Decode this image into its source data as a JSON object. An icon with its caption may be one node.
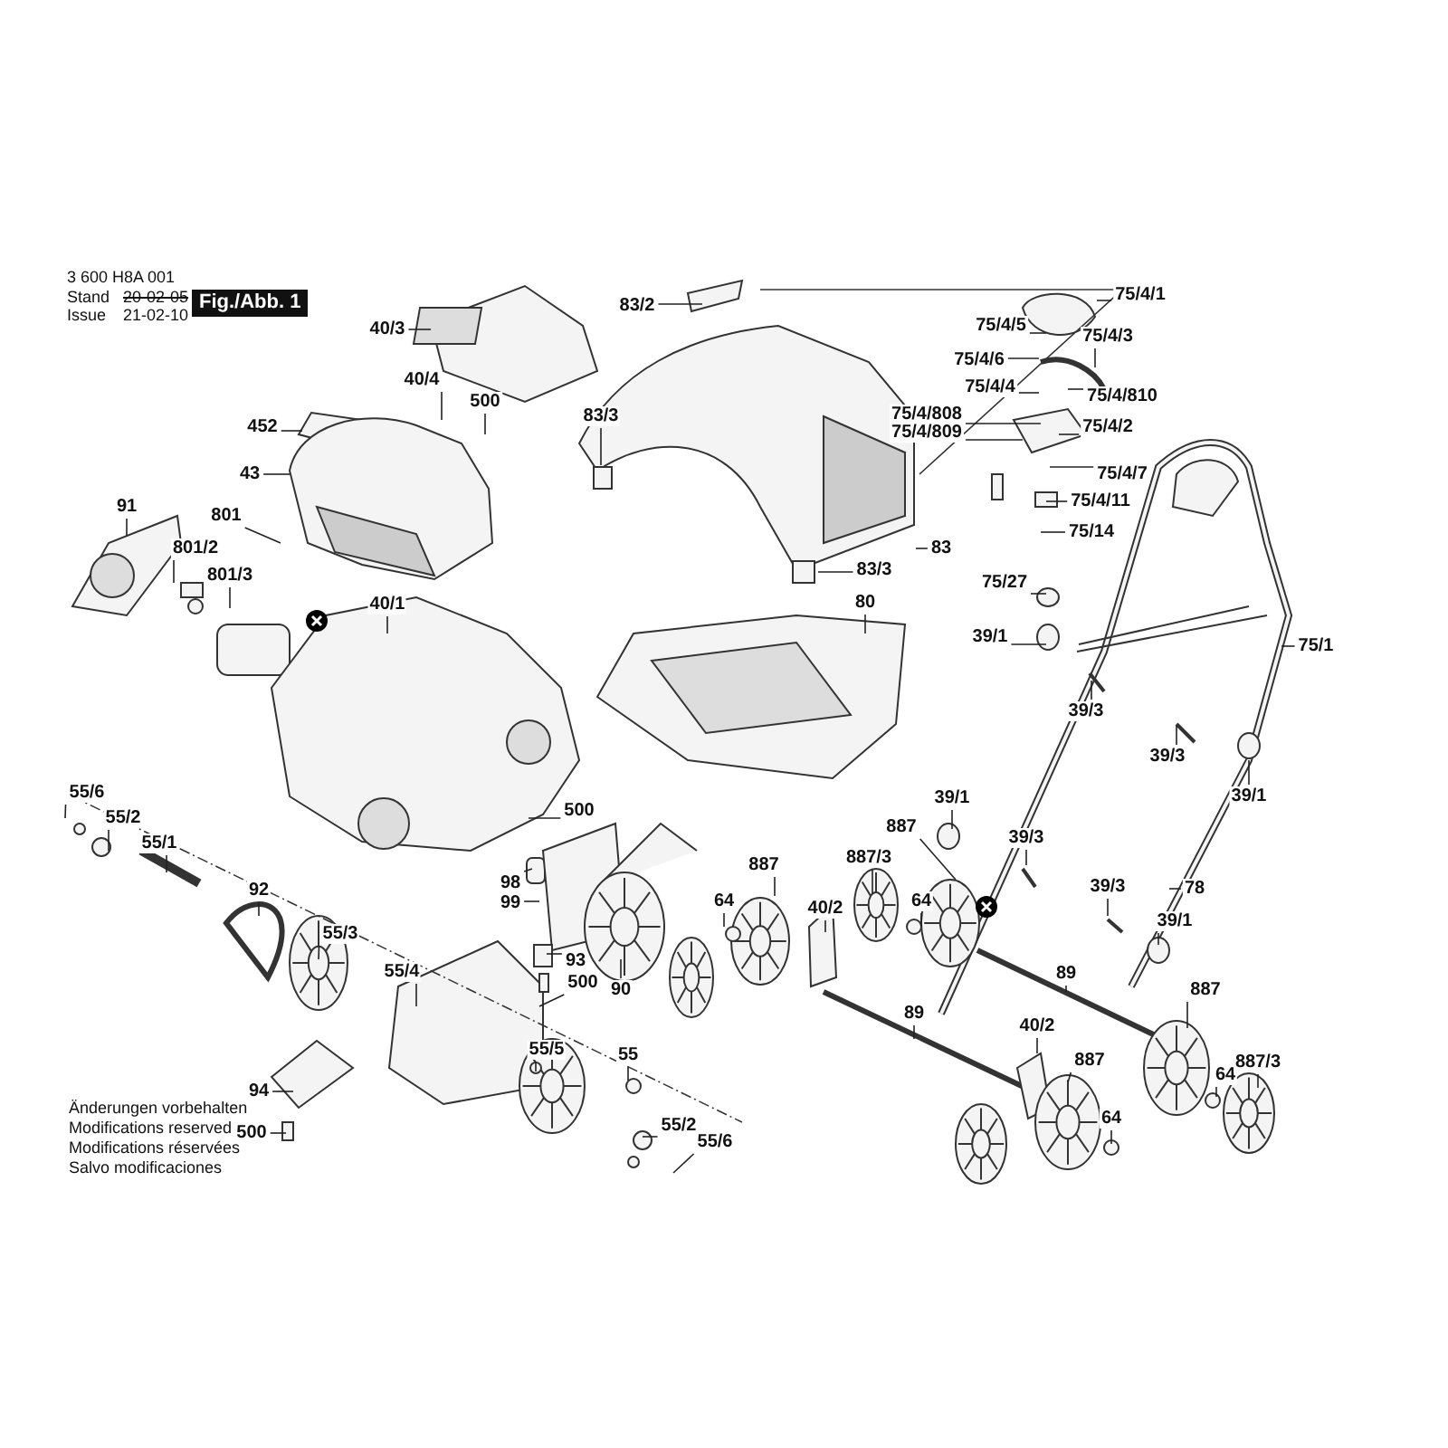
{
  "diagram": {
    "nodes": [
      {
        "text": [
          "40/3"
        ]
      },
      {
        "text": [
          "452"
        ]
      },
      {
        "text": [
          "40/4"
        ]
      },
      {
        "text": [
          "500"
        ]
      },
      {
        "text": [
          "43"
        ]
      },
      {
        "text": [
          "91"
        ]
      },
      {
        "text": [
          "801"
        ]
      },
      {
        "text": [
          "801/2"
        ]
      },
      {
        "text": [
          "801/3"
        ]
      },
      {
        "text": [
          "40/1"
        ]
      },
      {
        "text": [
          "83/2"
        ]
      },
      {
        "text": [
          "83/3"
        ]
      },
      {
        "text": [
          "83/3"
        ]
      },
      {
        "text": [
          "83"
        ]
      },
      {
        "text": [
          "80"
        ]
      },
      {
        "text": [
          "75/4/1"
        ]
      },
      {
        "text": [
          "75/4/5"
        ]
      },
      {
        "text": [
          "75/4/3"
        ]
      },
      {
        "text": [
          "75/4/6"
        ]
      },
      {
        "text": [
          "75/4/4"
        ]
      },
      {
        "text": [
          "75/4/810"
        ]
      },
      {
        "text": [
          "75/4/808"
        ]
      },
      {
        "text": [
          "75/4/809"
        ]
      },
      {
        "text": [
          "75/4/2"
        ]
      },
      {
        "text": [
          "75/4/7"
        ]
      },
      {
        "text": [
          "75/4/11"
        ]
      },
      {
        "text": [
          "75/14"
        ]
      },
      {
        "text": [
          "75/27"
        ]
      },
      {
        "text": [
          "39/1"
        ]
      },
      {
        "text": [
          "75/1"
        ]
      },
      {
        "text": [
          "39/3"
        ]
      },
      {
        "text": [
          "39/3"
        ]
      },
      {
        "text": [
          "39/1"
        ]
      },
      {
        "text": [
          "55/6"
        ]
      },
      {
        "text": [
          "55/2"
        ]
      },
      {
        "text": [
          "55/1"
        ]
      },
      {
        "text": [
          "500"
        ]
      },
      {
        "text": [
          "98"
        ]
      },
      {
        "text": [
          "99"
        ]
      },
      {
        "text": [
          "93"
        ]
      },
      {
        "text": [
          "500"
        ]
      },
      {
        "text": [
          "90"
        ]
      },
      {
        "text": [
          "92"
        ]
      },
      {
        "text": [
          "55/3"
        ]
      },
      {
        "text": [
          "55/4"
        ]
      },
      {
        "text": [
          "55/5"
        ]
      },
      {
        "text": [
          "55"
        ]
      },
      {
        "text": [
          "94"
        ]
      },
      {
        "text": [
          "500"
        ]
      },
      {
        "text": [
          "55/2"
        ]
      },
      {
        "text": [
          "55/6"
        ]
      },
      {
        "text": [
          "887"
        ]
      },
      {
        "text": [
          "64"
        ]
      },
      {
        "text": [
          "40/2"
        ]
      },
      {
        "text": [
          "887"
        ]
      },
      {
        "text": [
          "887/3"
        ]
      },
      {
        "text": [
          "64"
        ]
      },
      {
        "text": [
          "39/1"
        ]
      },
      {
        "text": [
          "39/3"
        ]
      },
      {
        "text": [
          "39/3"
        ]
      },
      {
        "text": [
          "78"
        ]
      },
      {
        "text": [
          "39/1"
        ]
      },
      {
        "text": [
          "89"
        ]
      },
      {
        "text": [
          "89"
        ]
      },
      {
        "text": [
          "40/2"
        ]
      },
      {
        "text": [
          "887"
        ]
      },
      {
        "text": [
          "64"
        ]
      },
      {
        "text": [
          "887"
        ]
      },
      {
        "text": [
          "64"
        ]
      },
      {
        "text": [
          "887/3"
        ]
      }
    ],
    "edges": [
      {
        "from": 0,
        "to": null,
        "arrow": "none"
      },
      {
        "from": 1,
        "to": null,
        "arrow": "none"
      },
      {
        "from": 2,
        "to": null,
        "arrow": "none"
      },
      {
        "from": 3,
        "to": null,
        "arrow": "none"
      },
      {
        "from": 4,
        "to": null,
        "arrow": "none"
      },
      {
        "from": 5,
        "to": null,
        "arrow": "none"
      },
      {
        "from": 6,
        "to": null,
        "arrow": "none"
      },
      {
        "from": 7,
        "to": null,
        "arrow": "none"
      },
      {
        "from": 8,
        "to": null,
        "arrow": "none"
      },
      {
        "from": 9,
        "to": null,
        "arrow": "none"
      },
      {
        "from": 10,
        "to": null,
        "arrow": "none"
      },
      {
        "from": 11,
        "to": null,
        "arrow": "none"
      },
      {
        "from": 12,
        "to": null,
        "arrow": "none"
      },
      {
        "from": 13,
        "to": null,
        "arrow": "none"
      },
      {
        "from": 14,
        "to": null,
        "arrow": "none"
      },
      {
        "from": 15,
        "to": null,
        "arrow": "none"
      },
      {
        "from": 16,
        "to": null,
        "arrow": "none"
      },
      {
        "from": 17,
        "to": null,
        "arrow": "none"
      },
      {
        "from": 18,
        "to": null,
        "arrow": "none"
      },
      {
        "from": 19,
        "to": null,
        "arrow": "none"
      },
      {
        "from": 20,
        "to": null,
        "arrow": "none"
      },
      {
        "from": 21,
        "to": null,
        "arrow": "none"
      },
      {
        "from": 22,
        "to": null,
        "arrow": "none"
      },
      {
        "from": 23,
        "to": null,
        "arrow": "none"
      },
      {
        "from": 24,
        "to": null,
        "arrow": "none"
      },
      {
        "from": 25,
        "to": null,
        "arrow": "none"
      },
      {
        "from": 26,
        "to": null,
        "arrow": "none"
      },
      {
        "from": 27,
        "to": null,
        "arrow": "none"
      },
      {
        "from": 28,
        "to": null,
        "arrow": "none"
      },
      {
        "from": 29,
        "to": null,
        "arrow": "none"
      },
      {
        "from": 30,
        "to": null,
        "arrow": "none"
      },
      {
        "from": 31,
        "to": null,
        "arrow": "none"
      },
      {
        "from": 32,
        "to": null,
        "arrow": "none"
      },
      {
        "from": 33,
        "to": null,
        "arrow": "none"
      },
      {
        "from": 34,
        "to": null,
        "arrow": "none"
      },
      {
        "from": 35,
        "to": null,
        "arrow": "none"
      },
      {
        "from": 36,
        "to": null,
        "arrow": "none"
      },
      {
        "from": 37,
        "to": null,
        "arrow": "none"
      },
      {
        "from": 38,
        "to": null,
        "arrow": "none"
      },
      {
        "from": 39,
        "to": null,
        "arrow": "none"
      },
      {
        "from": 40,
        "to": null,
        "arrow": "none"
      },
      {
        "from": 41,
        "to": null,
        "arrow": "none"
      },
      {
        "from": 42,
        "to": null,
        "arrow": "none"
      },
      {
        "from": 43,
        "to": null,
        "arrow": "none"
      },
      {
        "from": 44,
        "to": null,
        "arrow": "none"
      },
      {
        "from": 45,
        "to": null,
        "arrow": "none"
      },
      {
        "from": 46,
        "to": null,
        "arrow": "none"
      },
      {
        "from": 47,
        "to": null,
        "arrow": "none"
      },
      {
        "from": 48,
        "to": null,
        "arrow": "none"
      },
      {
        "from": 49,
        "to": null,
        "arrow": "none"
      },
      {
        "from": 50,
        "to": null,
        "arrow": "none"
      },
      {
        "from": 51,
        "to": null,
        "arrow": "none"
      },
      {
        "from": 52,
        "to": null,
        "arrow": "none"
      },
      {
        "from": 53,
        "to": null,
        "arrow": "none"
      },
      {
        "from": 54,
        "to": null,
        "arrow": "none"
      },
      {
        "from": 55,
        "to": null,
        "arrow": "none"
      },
      {
        "from": 56,
        "to": null,
        "arrow": "none"
      },
      {
        "from": 57,
        "to": null,
        "arrow": "none"
      },
      {
        "from": 58,
        "to": null,
        "arrow": "none"
      },
      {
        "from": 59,
        "to": null,
        "arrow": "none"
      },
      {
        "from": 60,
        "to": null,
        "arrow": "none"
      },
      {
        "from": 61,
        "to": null,
        "arrow": "none"
      },
      {
        "from": 62,
        "to": null,
        "arrow": "none"
      },
      {
        "from": 63,
        "to": null,
        "arrow": "none"
      },
      {
        "from": 64,
        "to": null,
        "arrow": "none"
      },
      {
        "from": 65,
        "to": null,
        "arrow": "none"
      },
      {
        "from": 66,
        "to": null,
        "arrow": "none"
      },
      {
        "from": 67,
        "to": null,
        "arrow": "none"
      },
      {
        "from": 68,
        "to": null,
        "arrow": "none"
      },
      {
        "from": 69,
        "to": null,
        "arrow": "none"
      }
    ],
    "labels": [
      "3 600 H8A 001",
      "Stand",
      "Issue",
      "20-02-05",
      "21-02-10",
      "Fig./Abb. 1",
      "Änderungen vorbehalten",
      "Modifications reserved",
      "Modifications réservées",
      "Salvo modificaciones"
    ]
  }
}
